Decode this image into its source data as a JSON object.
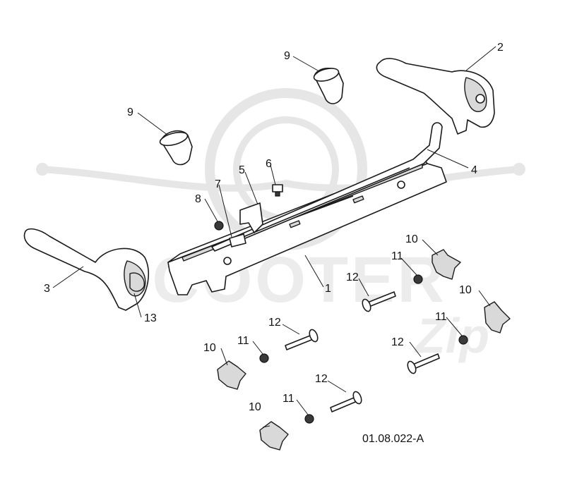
{
  "watermark": {
    "brand_text": "SCOOTER",
    "script_text": "Zip"
  },
  "callouts": {
    "c1": "1",
    "c2": "2",
    "c3": "3",
    "c4": "4",
    "c5": "5",
    "c6": "6",
    "c7": "7",
    "c8": "8",
    "c9a": "9",
    "c9b": "9",
    "c10a": "10",
    "c10b": "10",
    "c10c": "10",
    "c10d": "10",
    "c11a": "11",
    "c11b": "11",
    "c11c": "11",
    "c11d": "11",
    "c12a": "12",
    "c12b": "12",
    "c12c": "12",
    "c12d": "12",
    "c13": "13"
  },
  "diagram_code": "01.08.022-A"
}
